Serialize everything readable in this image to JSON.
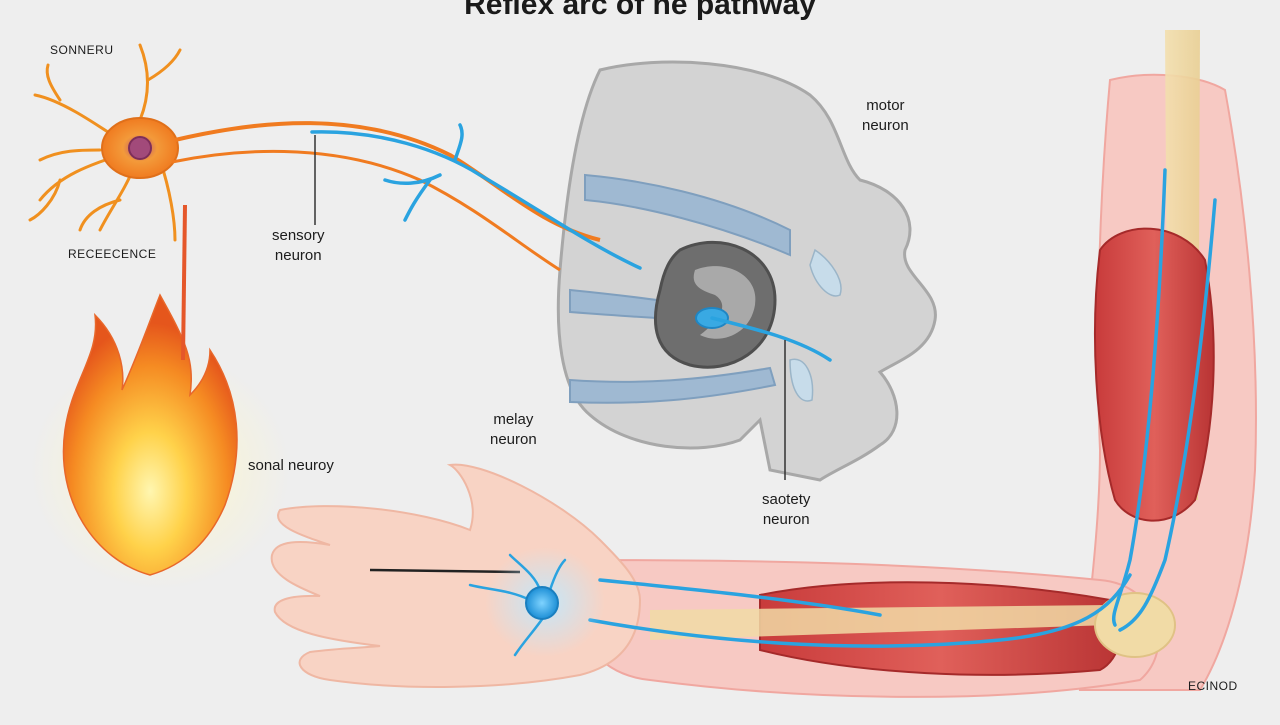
{
  "title": "Reflex arc of he pathway",
  "labels": {
    "top_left": "SONNERU",
    "receptor": "RECEECENCE",
    "sensory_neuron": "sensory\nneuron",
    "motor_neuron": "motor\nneuron",
    "relay_neuron": "melay\nneuron",
    "signal_pathway": "sonal neuroy",
    "lower_sensory": "saotety\nneuron",
    "bottom_right": "ECINOD"
  },
  "colors": {
    "background": "#eeeeee",
    "sensory_nerve": "#e8721c",
    "motor_nerve": "#2aa3e0",
    "muscle": "#d94a4a",
    "skin": "#f6cfbf",
    "spinal_cord": "#cfcfcf",
    "flame": "#f28a2a"
  }
}
